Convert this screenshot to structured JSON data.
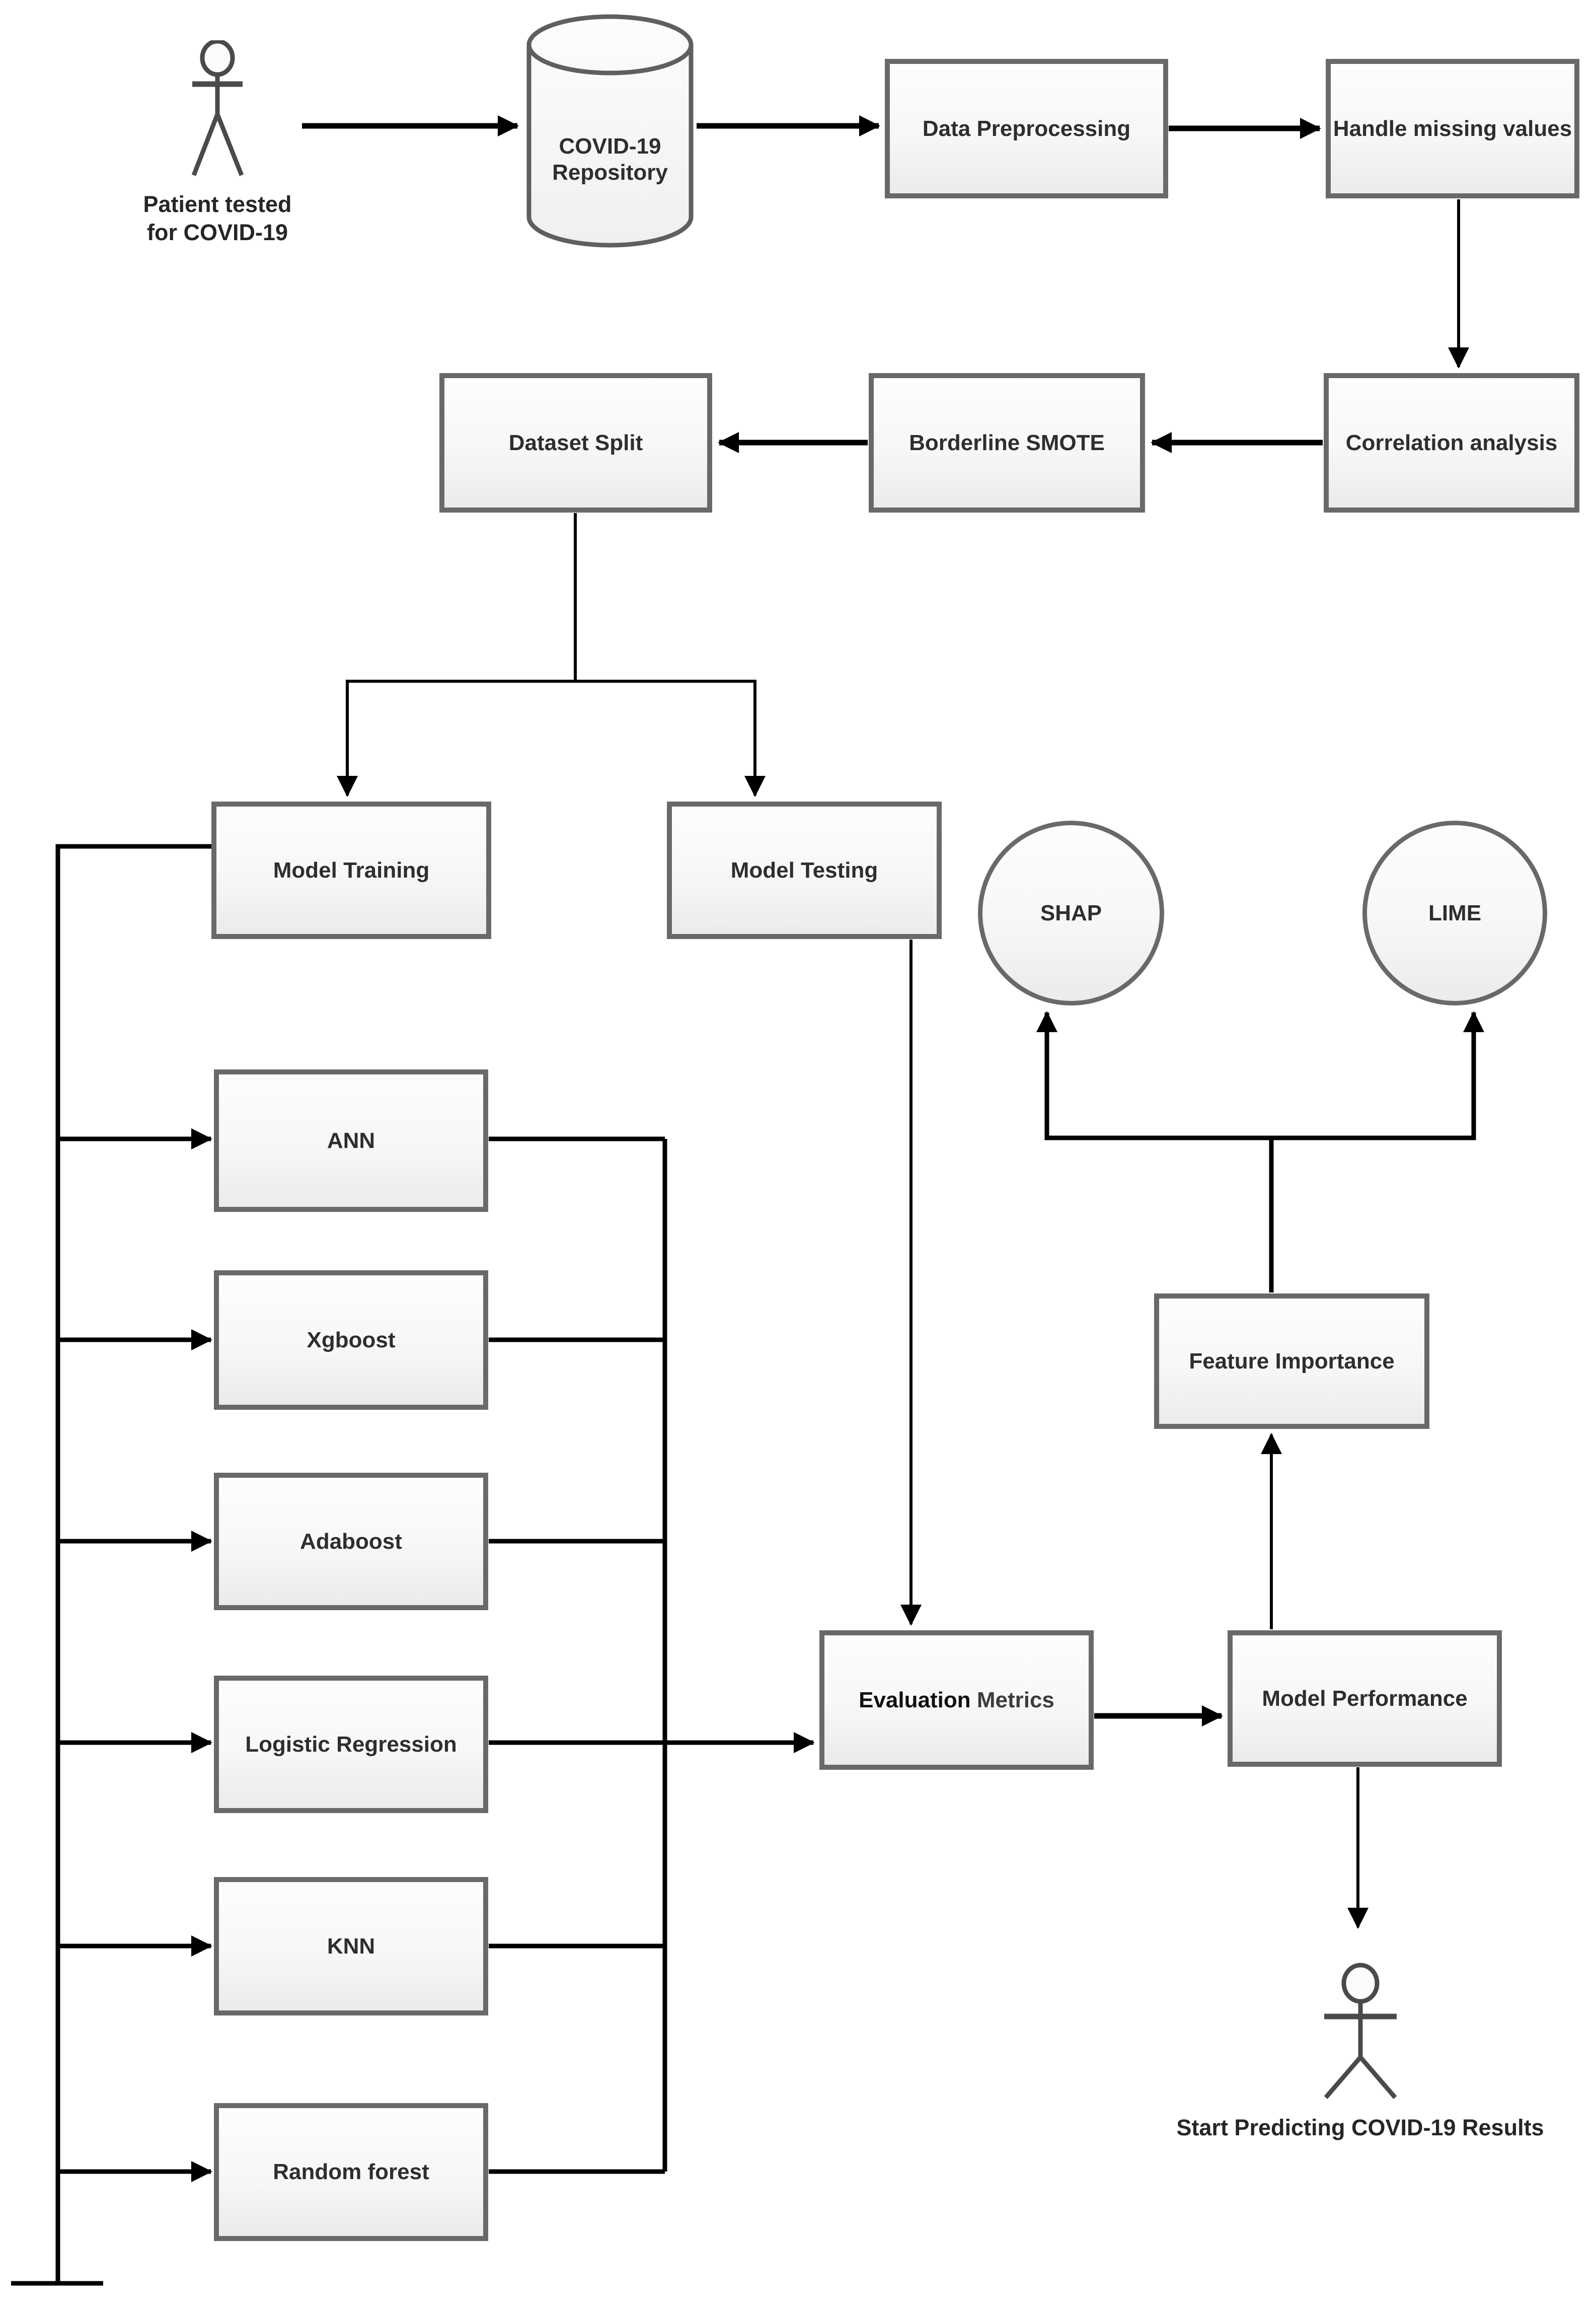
{
  "diagram": {
    "title": "COVID-19 prediction machine-learning pipeline flowchart",
    "colors": {
      "background": "#ffffff",
      "node_border": "#696969",
      "node_fill_top": "#fdfdfd",
      "node_fill_bottom": "#ebebeb",
      "edge": "#000000",
      "text": "#2e2e2e"
    },
    "nodes": {
      "patient_actor": {
        "label": "Patient tested for COVID-19"
      },
      "repository": {
        "label": "COVID-19 Repository"
      },
      "data_preprocessing": {
        "label": "Data Preprocessing"
      },
      "handle_missing": {
        "label": "Handle missing values"
      },
      "correlation_analysis": {
        "label": "Correlation analysis"
      },
      "borderline_smote": {
        "label": "Borderline SMOTE"
      },
      "dataset_split": {
        "label": "Dataset Split"
      },
      "model_training": {
        "label": "Model Training"
      },
      "model_testing": {
        "label": "Model Testing"
      },
      "shap": {
        "label": "SHAP"
      },
      "lime": {
        "label": "LIME"
      },
      "ann": {
        "label": "ANN"
      },
      "xgboost": {
        "label": "Xgboost"
      },
      "adaboost": {
        "label": "Adaboost"
      },
      "logistic_regression": {
        "label": "Logistic Regression"
      },
      "knn": {
        "label": "KNN"
      },
      "random_forest": {
        "label": "Random forest"
      },
      "evaluation_metrics": {
        "label_bold": "Evaluation",
        "label_regular": "Metrics"
      },
      "model_performance": {
        "label": "Model Performance"
      },
      "feature_importance": {
        "label": "Feature Importance"
      },
      "result_actor": {
        "label": "Start Predicting COVID-19 Results"
      }
    },
    "edges": [
      {
        "from": "patient_actor",
        "to": "repository"
      },
      {
        "from": "repository",
        "to": "data_preprocessing"
      },
      {
        "from": "data_preprocessing",
        "to": "handle_missing"
      },
      {
        "from": "handle_missing",
        "to": "correlation_analysis"
      },
      {
        "from": "correlation_analysis",
        "to": "borderline_smote"
      },
      {
        "from": "borderline_smote",
        "to": "dataset_split"
      },
      {
        "from": "dataset_split",
        "to": "model_training"
      },
      {
        "from": "dataset_split",
        "to": "model_testing"
      },
      {
        "from": "model_training",
        "to": "ann"
      },
      {
        "from": "model_training",
        "to": "xgboost"
      },
      {
        "from": "model_training",
        "to": "adaboost"
      },
      {
        "from": "model_training",
        "to": "logistic_regression"
      },
      {
        "from": "model_training",
        "to": "knn"
      },
      {
        "from": "model_training",
        "to": "random_forest"
      },
      {
        "from": "ann",
        "to": "evaluation_metrics"
      },
      {
        "from": "xgboost",
        "to": "evaluation_metrics"
      },
      {
        "from": "adaboost",
        "to": "evaluation_metrics"
      },
      {
        "from": "logistic_regression",
        "to": "evaluation_metrics"
      },
      {
        "from": "knn",
        "to": "evaluation_metrics"
      },
      {
        "from": "random_forest",
        "to": "evaluation_metrics"
      },
      {
        "from": "model_testing",
        "to": "evaluation_metrics"
      },
      {
        "from": "evaluation_metrics",
        "to": "model_performance"
      },
      {
        "from": "model_performance",
        "to": "feature_importance"
      },
      {
        "from": "feature_importance",
        "to": "shap"
      },
      {
        "from": "feature_importance",
        "to": "lime"
      },
      {
        "from": "model_performance",
        "to": "result_actor"
      }
    ]
  }
}
